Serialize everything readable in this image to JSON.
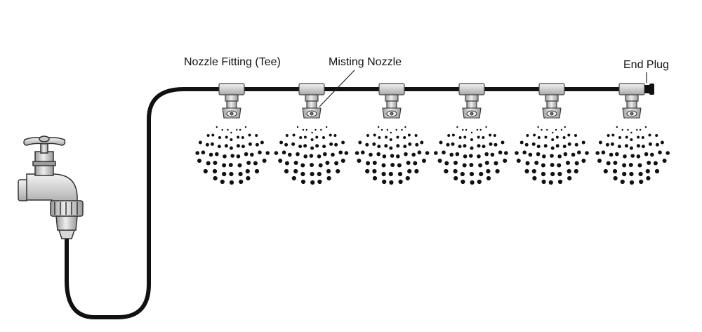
{
  "labels": {
    "nozzle_fitting": "Nozzle Fitting (Tee)",
    "misting_nozzle": "Misting Nozzle",
    "end_plug": "End Plug"
  },
  "nozzle_count": 6,
  "colors": {
    "line": "#111111",
    "metal_light": "#e2e2e2",
    "metal_mid": "#bdbdbd",
    "metal_dark": "#8a8a8a",
    "background": "#ffffff"
  }
}
